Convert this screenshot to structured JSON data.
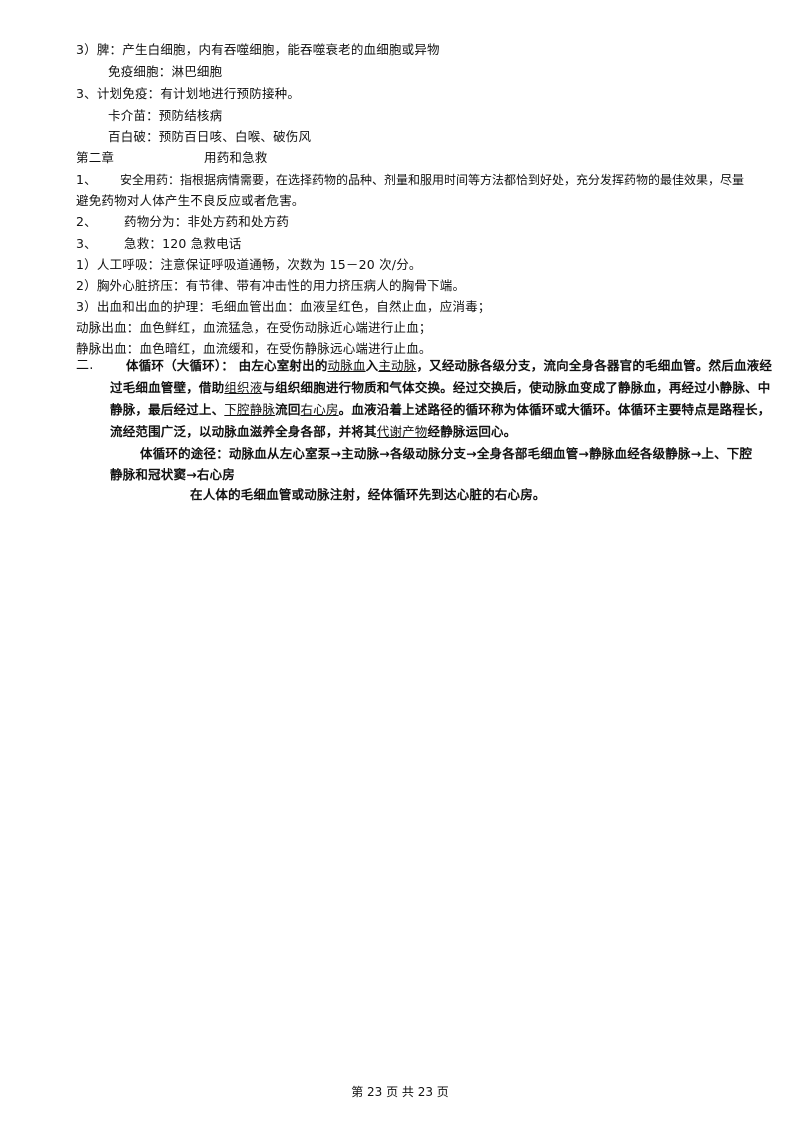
{
  "lines": {
    "l1": "3）脾：产生白细胞，内有吞噬细胞，能吞噬衰老的血细胞或异物",
    "l2": "免疫细胞：淋巴细胞",
    "l3": "3、计划免疫：有计划地进行预防接种。",
    "l4": "卡介苗：预防结核病",
    "l5": "百白破：预防百日咳、白喉、破伤风",
    "ch2_label": "第二章",
    "ch2_title": "用药和急救",
    "s1_num": "1、",
    "s1_text": "安全用药：指根据病情需要，在选择药物的品种、剂量和服用时间等方法都恰到好处，充分发挥药物的最佳效果，尽量",
    "s1_text2": "避免药物对人体产生不良反应或者危害。",
    "s2_num": "2、",
    "s2_text": "药物分为：非处方药和处方药",
    "s3_num": "3、",
    "s3_text": "急救：120 急救电话",
    "e1": "1）人工呼吸：注意保证呼吸道通畅，次数为 15－20 次/分。",
    "e2": "2）胸外心脏挤压：有节律、带有冲击性的用力挤压病人的胸骨下端。",
    "e3": "3）出血和出血的护理：毛细血管出血：血液呈红色，自然止血，应消毒；",
    "e4": "动脉出血：血色鲜红，血流猛急，在受伤动脉近心端进行止血；",
    "e5": "静脉出血：血色暗红，血流缓和，在受伤静脉远心端进行止血。"
  },
  "circ": {
    "num": "二.",
    "head": "体循环（大循环）：",
    "p1a": "由左心室射出的",
    "p1b": "动脉血",
    "p1c": "入",
    "p1d": "主动脉",
    "p1e": "，又经动脉各级分支，流向全身各器官的毛细血管。然后血液经",
    "p2a": "过毛细血管壁，借助",
    "p2b": "组织液",
    "p2c": "与组织细胞进行物质和气体交换。经过交换后，使动脉血变成了静脉血，再经过小静脉、中",
    "p3a": "静脉，最后经过上、",
    "p3b": "下腔静脉",
    "p3c": "流回",
    "p3d": "右心房",
    "p3e": "。血液沿着上述路径的循环称为体循环或大循环。体循环主要特点是路程长，",
    "p4a": "流经范围广泛，以动脉血滋养全身各部，并将其",
    "p4b": "代谢产物",
    "p4c": "经静脉运回心。",
    "route1": "体循环的途径：动脉血从左心室泵→主动脉→各级动脉分支→全身各部毛细血管→静脉血经各级静脉→上、下腔",
    "route2": "静脉和冠状窦→右心房",
    "note": "在人体的毛细血管或动脉注射，经体循环先到达心脏的右心房。"
  },
  "footer": "第 23 页 共 23 页"
}
